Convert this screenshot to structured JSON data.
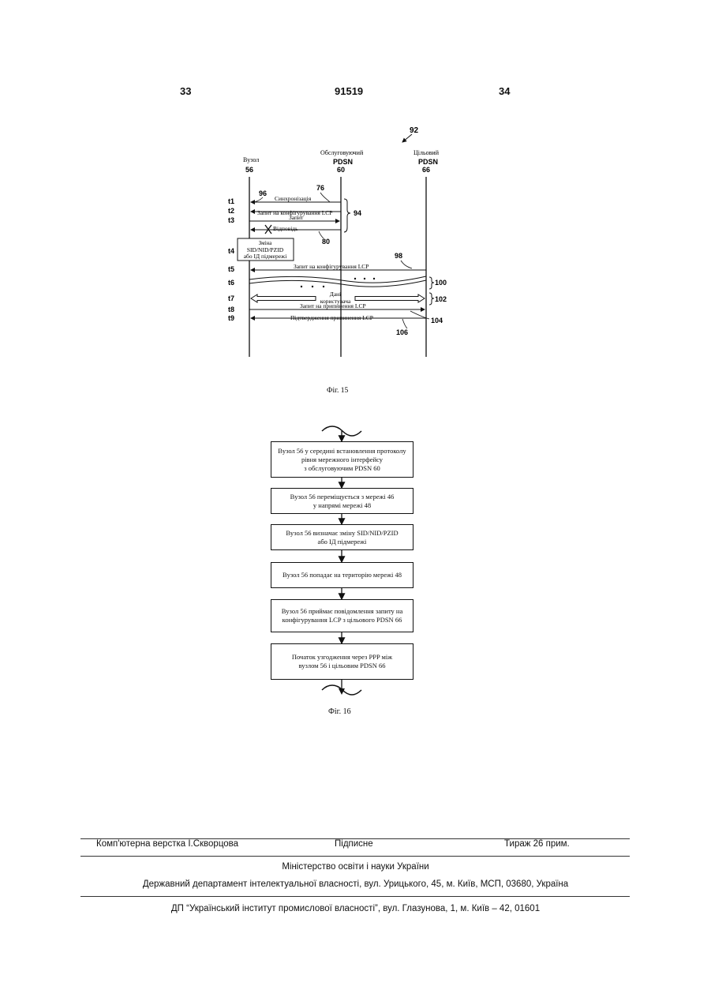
{
  "header": {
    "left_page": "33",
    "patent_number": "91519",
    "right_page": "34"
  },
  "fig15": {
    "ref_main": "92",
    "columns": {
      "node": {
        "title": "Вузол",
        "num": "56"
      },
      "serving": {
        "title": "Обслуговуючий",
        "sub": "PDSN",
        "num": "60"
      },
      "target": {
        "title": "Цільовий",
        "sub": "PDSN",
        "num": "66"
      }
    },
    "times": [
      "t1",
      "t2",
      "t3",
      "t4",
      "t5",
      "t6",
      "t7",
      "t8",
      "t9"
    ],
    "messages": {
      "sync": "Синхронізація",
      "lcp_req1": "Запит на конфігурування LCP",
      "request": "Запит",
      "response": "Відповідь",
      "lcp_req2": "Запит на конфігурування LCP",
      "user_data_1": "Дані",
      "user_data_2": "користувача",
      "term_req": "Запит на припинення LCP",
      "term_ack": "Підтвердження припинення LCP"
    },
    "change_box": [
      "Зміна",
      "SID/NID/PZID",
      "або ІД підмережі"
    ],
    "refs": {
      "r76": "76",
      "r96": "96",
      "r94": "94",
      "r80": "80",
      "r98": "98",
      "r100": "100",
      "r102": "102",
      "r104": "104",
      "r106": "106"
    },
    "caption": "Фіг. 15"
  },
  "fig16": {
    "steps": [
      "Вузол 56 у середині встановлення протоколу\nрівня мережного інтерфейсу\nз обслуговуючим PDSN 60",
      "Вузол 56 переміщується з мережі 46\nу напрямі мережі 48",
      "Вузол 56 визначає зміну SID/NID/PZID\nабо ІД підмережі",
      "Вузол 56 попадає на територію мережі 48",
      "Вузол 56 приймає повідомлення запиту на\nконфігурування LCP з цільового PDSN 66",
      "Початок узгодження через PPP між\nвузлом 56 і цільовим PDSN 66"
    ],
    "caption": "Фіг. 16"
  },
  "footer": {
    "typesetting": "Комп'ютерна верстка І.Скворцова",
    "signed": "Підписне",
    "circulation": "Тираж 26 прим.",
    "ministry": "Міністерство освіти і науки України",
    "department": "Державний департамент інтелектуальної власності, вул. Урицького, 45, м. Київ, МСП, 03680, Україна",
    "institute": "ДП “Український інститут промислової власності”, вул. Глазунова, 1, м. Київ – 42, 01601"
  }
}
